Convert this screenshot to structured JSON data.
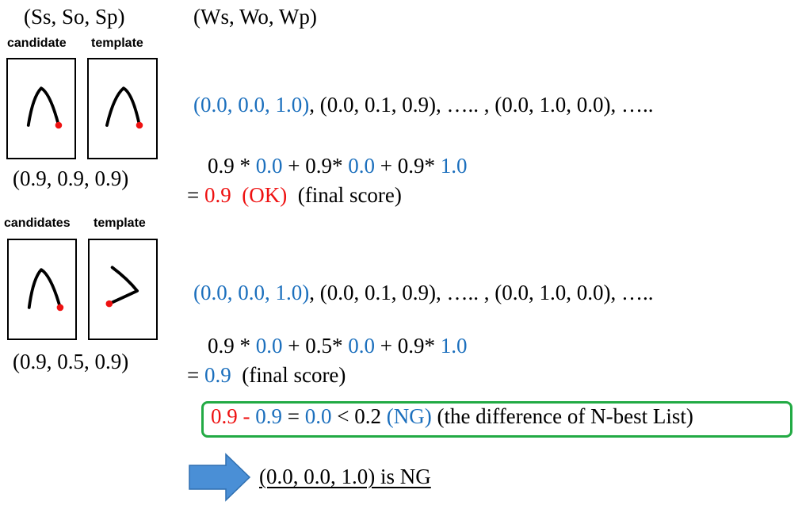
{
  "headers": {
    "scores_header": "(Ss, So, Sp)",
    "weights_header": "(Ws, Wo, Wp)"
  },
  "case1": {
    "candidate_label": "candidate",
    "template_label": "template",
    "scores": "(0.9, 0.9, 0.9)",
    "weights_list": {
      "first": "(0.0, 0.0, 1.0)",
      "rest": ", (0.0, 0.1, 0.9), ….. , (0.0, 1.0, 0.0), ….."
    },
    "calc": {
      "t1": "0.9 * ",
      "v1": "0.0",
      "t2": " + 0.9* ",
      "v2": "0.0",
      "t3": " + 0.9* ",
      "v3": "1.0"
    },
    "result": {
      "eq": "= ",
      "score": "0.9",
      "status": "(OK)",
      "note": "(final score)"
    }
  },
  "case2": {
    "candidate_label": "candidates",
    "template_label": "template",
    "scores": "(0.9, 0.5, 0.9)",
    "weights_list": {
      "first": "(0.0, 0.0, 1.0)",
      "rest": ", (0.0, 0.1, 0.9), ….. , (0.0, 1.0, 0.0), ….."
    },
    "calc": {
      "t1": "0.9 * ",
      "v1": "0.0",
      "t2": " + 0.5* ",
      "v2": "0.0",
      "t3": " + 0.9* ",
      "v3": "1.0"
    },
    "result": {
      "eq": "= ",
      "score": "0.9",
      "note": "(final score)"
    }
  },
  "difference": {
    "a": "0.9",
    "minus": " - ",
    "b": "0.9",
    "eq": " = ",
    "c": "0.0",
    "lt": "  < 0.2 ",
    "status": "(NG)",
    "note": " (the difference of N-best List)"
  },
  "conclusion": "(0.0, 0.0, 1.0)  is  NG",
  "colors": {
    "blue": "#1b6fbd",
    "red": "#ee1111",
    "green_box": "#22aa44",
    "arrow": "#4a8fd6"
  },
  "icons": {
    "stroke_start_dot": "red-dot-icon",
    "arrow": "right-arrow-icon"
  }
}
